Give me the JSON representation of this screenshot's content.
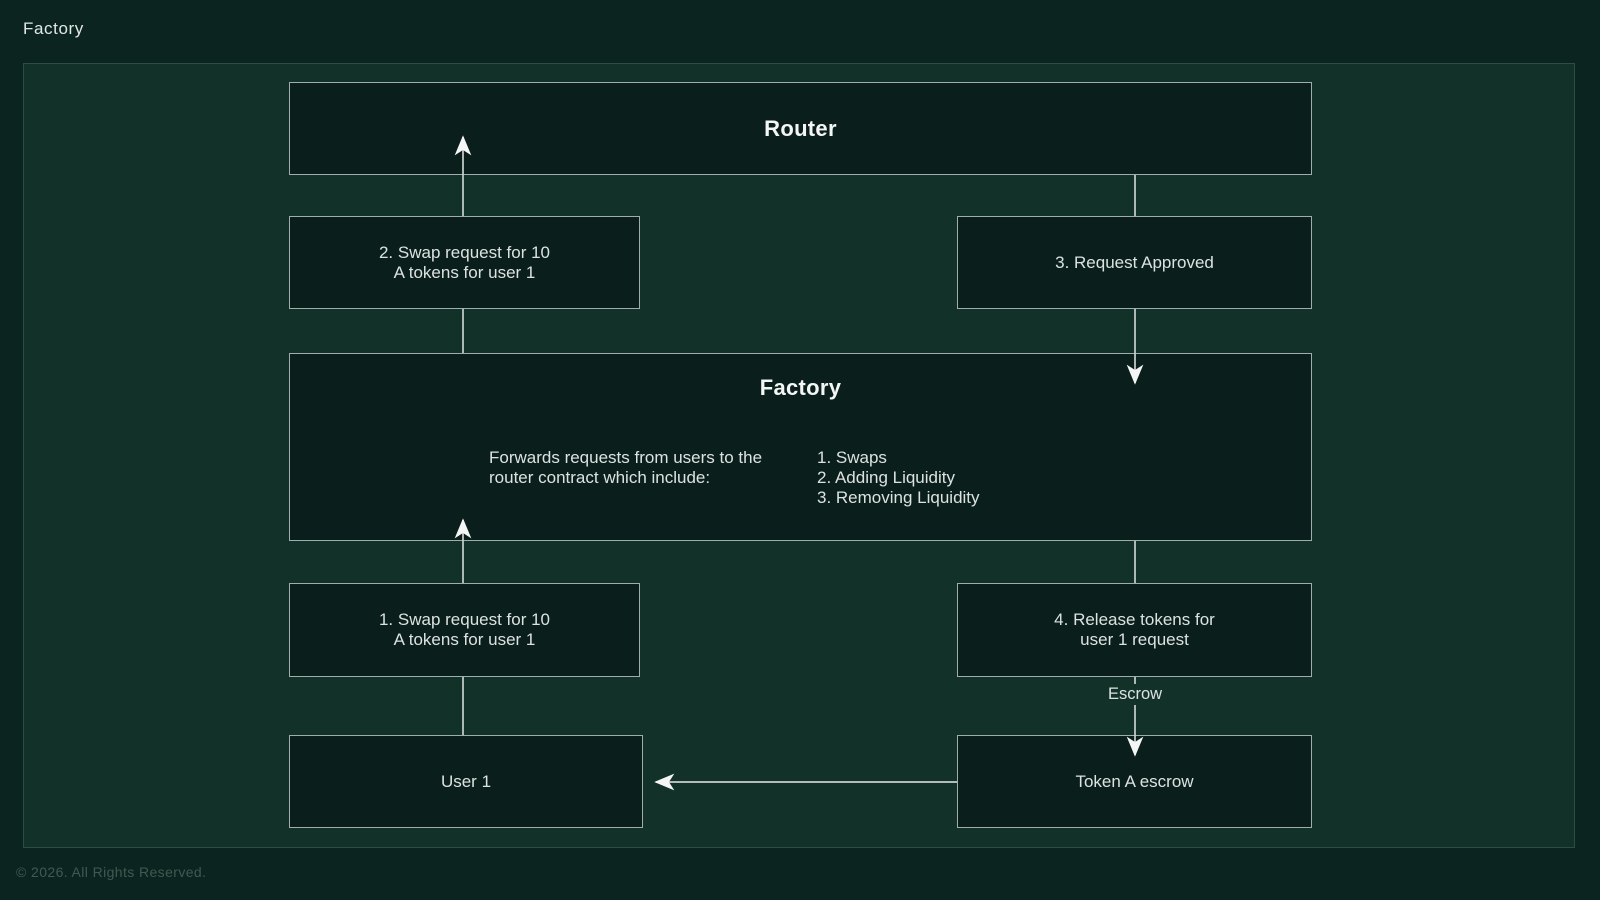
{
  "page": {
    "title": "Factory",
    "copyright": "© 2026. All Rights Reserved."
  },
  "colors": {
    "page_background": "#0C2420",
    "canvas_background": "#123129",
    "node_background": "#0A1F1B",
    "node_border": "#9FAEAA",
    "connector": "#C9D1CE",
    "text": "#DCE2E0"
  },
  "diagram": {
    "nodes": {
      "router": {
        "label": "Router"
      },
      "swap_request_2": {
        "line1": "2. Swap request for 10",
        "line2": "A tokens for user 1"
      },
      "request_approved": {
        "label": "3. Request Approved"
      },
      "factory": {
        "title": "Factory",
        "desc_line1": "Forwards requests from users to the",
        "desc_line2": "router contract which include:",
        "list": [
          "1. Swaps",
          "2. Adding Liquidity",
          "3. Removing Liquidity"
        ]
      },
      "swap_request_1": {
        "line1": "1. Swap request for 10",
        "line2": "A tokens for user 1"
      },
      "release_tokens": {
        "line1": "4. Release tokens for",
        "line2": "user 1 request"
      },
      "user1": {
        "label": "User 1"
      },
      "token_escrow": {
        "label": "Token A escrow"
      }
    },
    "edge_labels": {
      "escrow": "Escrow"
    }
  }
}
